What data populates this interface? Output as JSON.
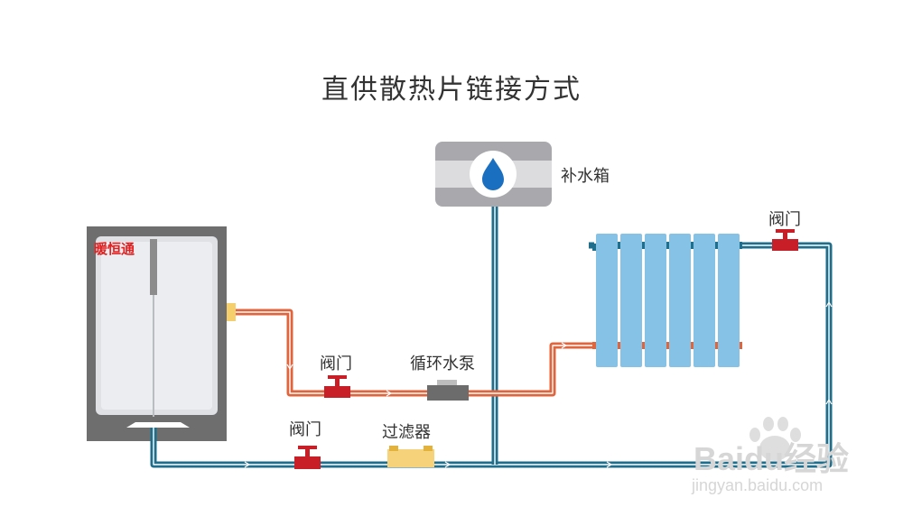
{
  "title": "直供散热片链接方式",
  "labels": {
    "tank": "补水箱",
    "valve_top": "阀门",
    "valve_upper": "阀门",
    "valve_lower": "阀门",
    "pump": "循环水泵",
    "filter": "过滤器",
    "brand": "暖恒通"
  },
  "watermark": {
    "main": "Baidu经验",
    "sub": "jingyan.baidu.com"
  },
  "colors": {
    "supply_pipe": "#e0643c",
    "return_pipe": "#1f6e8c",
    "radiator": "#86c2e6",
    "valve": "#c81e28",
    "filter": "#f6d27a",
    "tank_body": "#a9a9ad",
    "water_drop": "#1a6fc1"
  },
  "icons": [
    "water-drop-icon",
    "valve-icon",
    "pump-icon",
    "filter-icon",
    "radiator-icon",
    "boiler-cabinet-icon",
    "baidu-paw-icon"
  ]
}
